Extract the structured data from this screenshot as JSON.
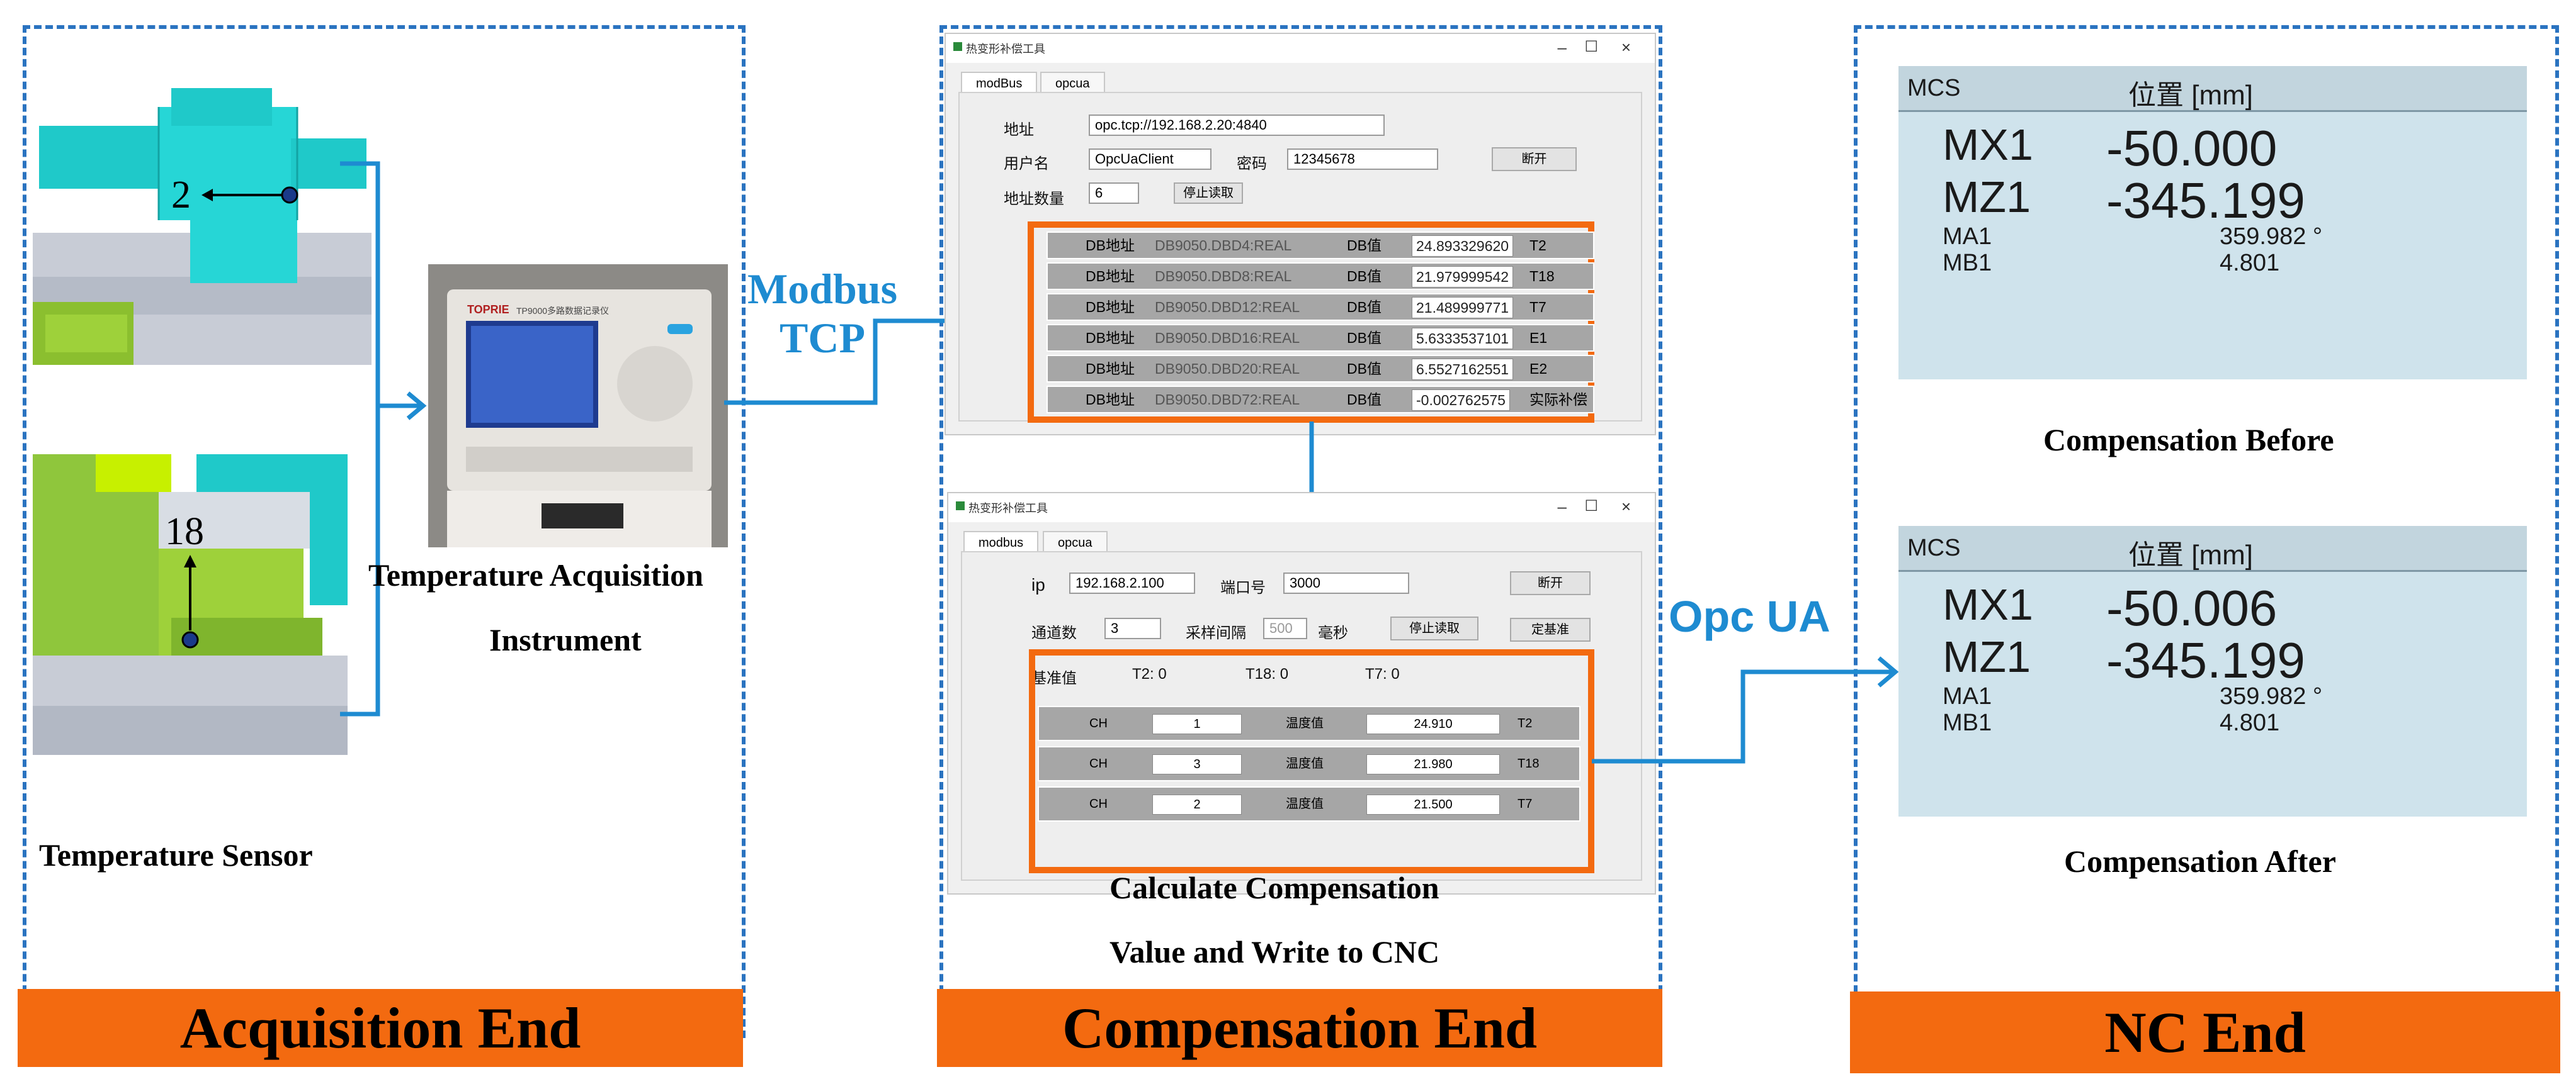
{
  "panels": {
    "acquisition": {
      "banner": "Acquisition End",
      "sensor_caption": "Temperature Sensor",
      "instrument_caption_line1": "Temperature Acquisition",
      "instrument_caption_line2": "Instrument",
      "sensor_marker_top": "2",
      "sensor_marker_bottom": "18",
      "instrument_brand": "TOPRIE",
      "instrument_model": "TP9000多路数据记录仪"
    },
    "compensation": {
      "banner": "Compensation End",
      "caption_line1": "Calculate Compensation",
      "caption_line2": "Value and Write to CNC"
    },
    "nc": {
      "banner": "NC End",
      "caption_before": "Compensation Before",
      "caption_after": "Compensation After"
    }
  },
  "links": {
    "modbus_line1": "Modbus",
    "modbus_line2": "TCP",
    "opcua": "Opc UA"
  },
  "window_top": {
    "title": "热变形补偿工具",
    "tabs": [
      "modBus",
      "opcua"
    ],
    "address_label": "地址",
    "address_value": "opc.tcp://192.168.2.20:4840",
    "username_label": "用户名",
    "username_value": "OpcUaClient",
    "password_label": "密码",
    "password_value": "12345678",
    "disconnect_button": "断开",
    "count_label": "地址数量",
    "count_value": "6",
    "stop_button": "停止读取",
    "rows": [
      {
        "addr_label": "DB地址",
        "addr": "DB9050.DBD4:REAL",
        "val_label": "DB值",
        "value": "24.893329620",
        "tag": "T2"
      },
      {
        "addr_label": "DB地址",
        "addr": "DB9050.DBD8:REAL",
        "val_label": "DB值",
        "value": "21.979999542",
        "tag": "T18"
      },
      {
        "addr_label": "DB地址",
        "addr": "DB9050.DBD12:REAL",
        "val_label": "DB值",
        "value": "21.489999771",
        "tag": "T7"
      },
      {
        "addr_label": "DB地址",
        "addr": "DB9050.DBD16:REAL",
        "val_label": "DB值",
        "value": "5.6333537101",
        "tag": "E1"
      },
      {
        "addr_label": "DB地址",
        "addr": "DB9050.DBD20:REAL",
        "val_label": "DB值",
        "value": "6.5527162551",
        "tag": "E2"
      },
      {
        "addr_label": "DB地址",
        "addr": "DB9050.DBD72:REAL",
        "val_label": "DB值",
        "value": "-0.002762575",
        "tag": "实际补偿"
      }
    ]
  },
  "window_bottom": {
    "title": "热变形补偿工具",
    "tabs": [
      "modbus",
      "opcua"
    ],
    "ip_label": "ip",
    "ip_value": "192.168.2.100",
    "port_label": "端口号",
    "port_value": "3000",
    "disconnect_button": "断开",
    "channels_label": "通道数",
    "channels_value": "3",
    "interval_label": "采样间隔",
    "interval_value": "500",
    "interval_unit": "毫秒",
    "stop_button": "停止读取",
    "set_base_button": "定基准",
    "base_label": "基准值",
    "base_t2": "T2: 0",
    "base_t18": "T18: 0",
    "base_t7": "T7: 0",
    "rows": [
      {
        "ch_label": "CH",
        "ch": "1",
        "temp_label": "温度值",
        "temp": "24.910",
        "tag": "T2"
      },
      {
        "ch_label": "CH",
        "ch": "3",
        "temp_label": "温度值",
        "temp": "21.980",
        "tag": "T18"
      },
      {
        "ch_label": "CH",
        "ch": "2",
        "temp_label": "温度值",
        "temp": "21.500",
        "tag": "T7"
      }
    ]
  },
  "nc_before": {
    "header_left": "MCS",
    "header_title": "位置 [mm]",
    "rows": [
      {
        "axis": "MX1",
        "value": "-50.000"
      },
      {
        "axis": "MZ1",
        "value": "-345.199"
      },
      {
        "axis": "MA1",
        "value": "359.982 °"
      },
      {
        "axis": "MB1",
        "value": "4.801"
      }
    ]
  },
  "nc_after": {
    "header_left": "MCS",
    "header_title": "位置 [mm]",
    "rows": [
      {
        "axis": "MX1",
        "value": "-50.006"
      },
      {
        "axis": "MZ1",
        "value": "-345.199"
      },
      {
        "axis": "MA1",
        "value": "359.982 °"
      },
      {
        "axis": "MB1",
        "value": "4.801"
      }
    ]
  },
  "colors": {
    "dash_blue": "#2a73c0",
    "arrow_blue": "#1e8bd1",
    "banner_orange": "#f36a10",
    "highlight_orange": "#f36a10"
  }
}
